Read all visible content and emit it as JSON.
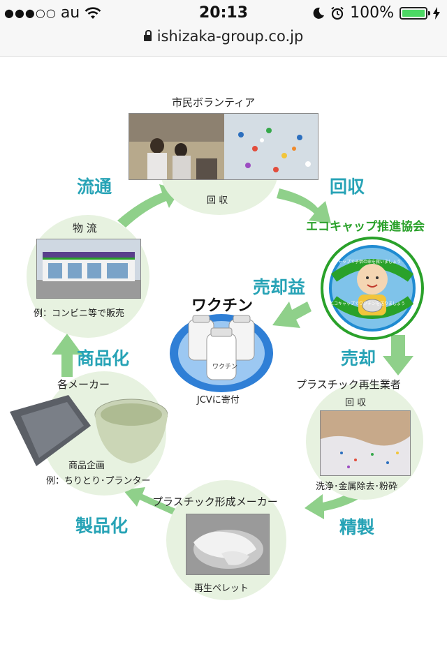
{
  "status_bar": {
    "carrier": "au",
    "time": "20:13",
    "battery": "100%",
    "signal_dots": "●●●○○"
  },
  "url": "ishizaka-group.co.jp",
  "diagram": {
    "stages": {
      "kaishu": "回収",
      "baikyaku": "売却",
      "seisei": "精製",
      "seihinka": "製品化",
      "shohinka": "商品化",
      "ryutsu": "流通",
      "baikyakueki": "売却益"
    },
    "nodes": {
      "volunteer": {
        "title": "市民ボランティア",
        "caption": "回 収"
      },
      "ecocap": {
        "title": "エコキャップ推進協会",
        "logo_top": "キャップで子供の命を救いましょう",
        "logo_bottom": "エコキャップでワクチンを送りましょう"
      },
      "recycler": {
        "title": "プラスチック再生業者",
        "caption_top": "回 収",
        "caption": "洗浄･金属除去･粉砕"
      },
      "molder": {
        "title": "プラスチック形成メーカー",
        "caption": "再生ペレット"
      },
      "maker": {
        "title": "各メーカー",
        "caption": "商品企画",
        "example": "例：ちりとり･プランター"
      },
      "logistics": {
        "title": "物 流",
        "example": "例：コンビニ等で販売"
      },
      "vaccine": {
        "title": "ワクチン",
        "caption": "JCVに寄付",
        "bottle_label": "ワクチン"
      }
    },
    "colors": {
      "stage_text": "#27a3b6",
      "arrow": "#8fd08a",
      "node_bg": "#e7f2e0",
      "ecocap_title": "#2aa12a",
      "vaccine_glow": "#2f7fd6"
    }
  }
}
